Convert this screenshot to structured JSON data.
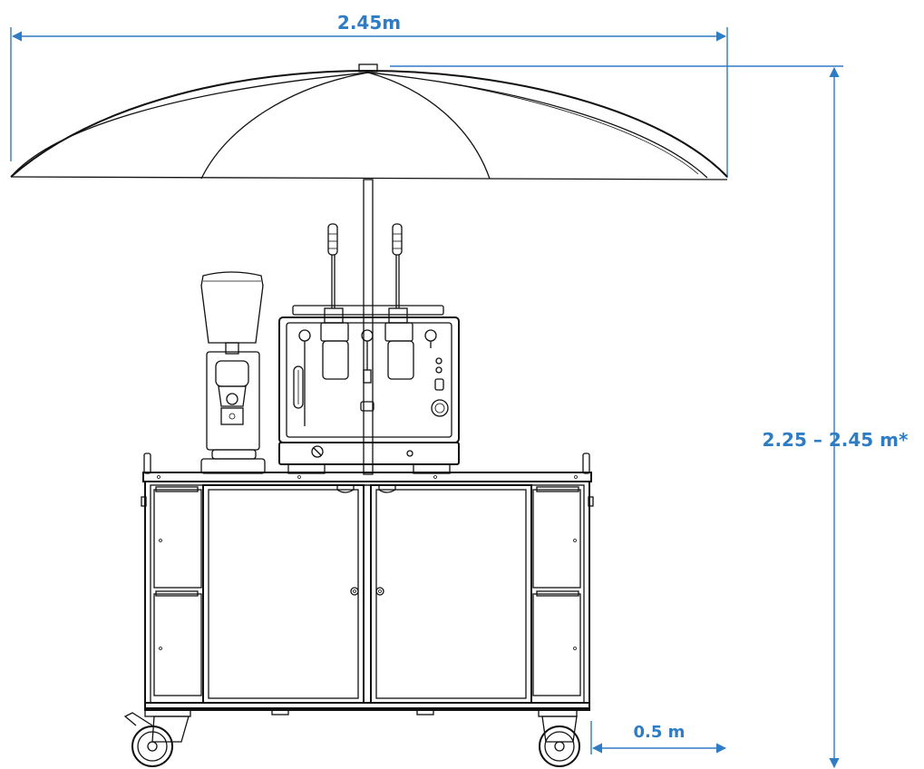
{
  "dimensions": {
    "width_label": "2.45m",
    "height_label": "2.25 – 2.45 m*",
    "depth_label": "0.5 m"
  },
  "colors": {
    "dimension": "#2e7cc4",
    "line": "#111111",
    "background": "#ffffff"
  }
}
